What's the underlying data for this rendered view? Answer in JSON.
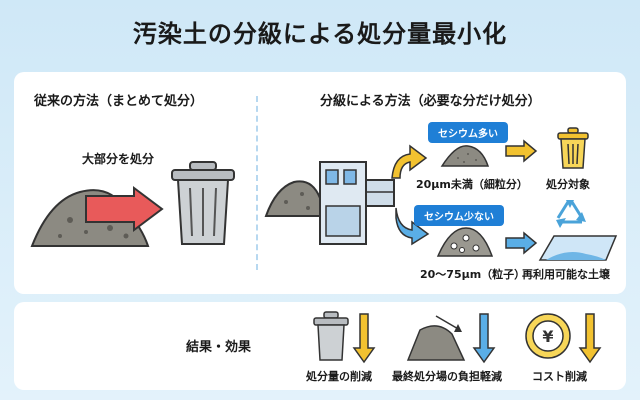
{
  "title": "汚染土の分級による処分量最小化",
  "left": {
    "heading": "従来の方法（まとめて処分）",
    "label": "大部分を処分"
  },
  "right": {
    "heading": "分級による方法（必要な分だけ処分）",
    "high_cesium": "セシウム多い",
    "low_cesium": "セシウム少ない",
    "fine_label": "20μm未満（細粒分）",
    "coarse_label": "20〜75μm（粒子）",
    "disposal_label": "処分対象",
    "reuse_label": "再利用可能な土壌"
  },
  "result": {
    "heading": "結果・効果",
    "items": [
      {
        "label": "処分量の削減",
        "icon": "trash-can-icon"
      },
      {
        "label": "最終処分場の負担軽減",
        "icon": "landfill-icon"
      },
      {
        "label": "コスト削減",
        "icon": "yen-coin-icon"
      }
    ]
  },
  "colors": {
    "accent_blue": "#1f7fd6",
    "arrow_red": "#e85a5a",
    "arrow_yellow": "#f2c230",
    "soil_gray": "#8c8a82",
    "background": "#d6ecf8"
  }
}
